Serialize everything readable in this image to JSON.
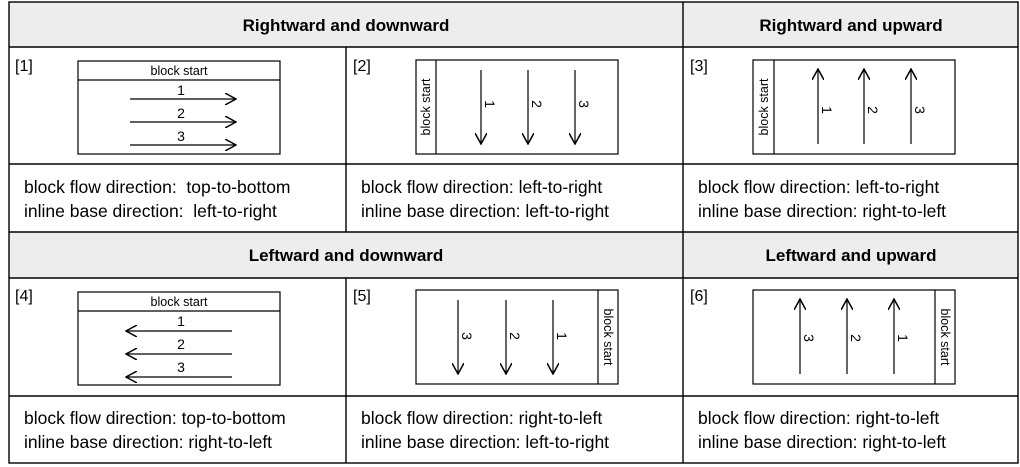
{
  "headers": {
    "rd": "Rightward and downward",
    "ru": "Rightward and upward",
    "ld": "Leftward and downward",
    "lu": "Leftward and upward"
  },
  "block_start": "block start",
  "panels": [
    {
      "tag": "[1]",
      "labels": [
        "1",
        "2",
        "3"
      ],
      "block": "block flow direction:  top-to-bottom",
      "inline": "inline base direction:  left-to-right"
    },
    {
      "tag": "[2]",
      "labels": [
        "1",
        "2",
        "3"
      ],
      "block": "block flow direction: left-to-right",
      "inline": "inline base direction: left-to-right"
    },
    {
      "tag": "[3]",
      "labels": [
        "1",
        "2",
        "3"
      ],
      "block": "block flow direction: left-to-right",
      "inline": "inline base direction: right-to-left"
    },
    {
      "tag": "[4]",
      "labels": [
        "1",
        "2",
        "3"
      ],
      "block": "block flow direction: top-to-bottom",
      "inline": "inline base direction: right-to-left"
    },
    {
      "tag": "[5]",
      "labels": [
        "3",
        "2",
        "1"
      ],
      "block": "block flow direction: right-to-left",
      "inline": "inline base direction: left-to-right"
    },
    {
      "tag": "[6]",
      "labels": [
        "3",
        "2",
        "1"
      ],
      "block": "block flow direction: right-to-left",
      "inline": "inline base direction: right-to-left"
    }
  ]
}
